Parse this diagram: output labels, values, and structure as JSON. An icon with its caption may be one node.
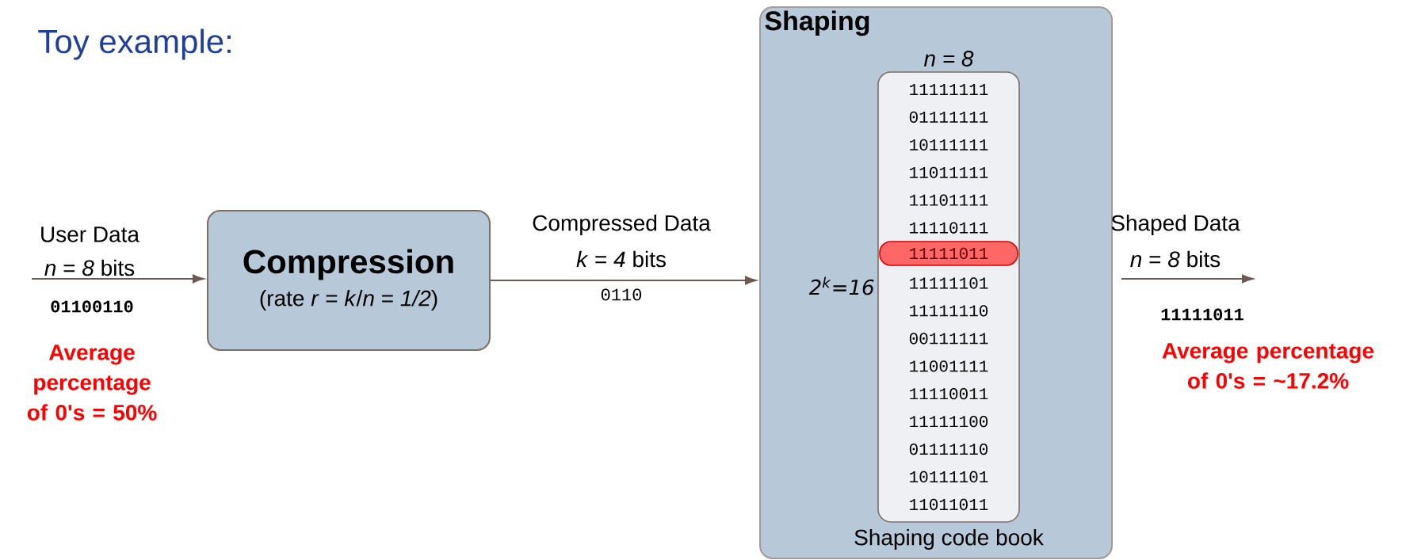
{
  "diagram": {
    "title": "Toy example:",
    "nodes": [
      {
        "text": [
          "Compression",
          "(rate *r* = *k*/*n* = *1/2*)"
        ]
      },
      {
        "text": [
          "Shaping"
        ]
      },
      {
        "text": [
          "*n* = *8*",
          "11111111",
          "01111111",
          "10111111",
          "11011111",
          "11101111",
          "11110111",
          "11111101",
          "11111110",
          "00111111",
          "11001111",
          "11110011",
          "11111100",
          "01111110",
          "10111101",
          "11011011"
        ],
        "in": 1,
        "beside": [
          "2$^{k}$=16",
          "Shaping code book"
        ]
      },
      {
        "text": [
          "11111011"
        ],
        "in": 2
      }
    ],
    "edges": [
      {
        "from": null,
        "to": 0,
        "arrow": "to",
        "label": "User Data"
      },
      {
        "from": 0,
        "to": 1,
        "arrow": "to",
        "label": "Compressed Data"
      },
      {
        "from": 1,
        "to": null,
        "arrow": "to",
        "label": "Shaped Data"
      }
    ],
    "labels": [
      "*n* = *8* bits",
      "01100110",
      "Average percentage of 0's = 50%",
      "*k* = *4* bits",
      "0110",
      "*n* = *8* bits",
      "11111011",
      "Average percentage of 0's = ~17.2%"
    ]
  }
}
